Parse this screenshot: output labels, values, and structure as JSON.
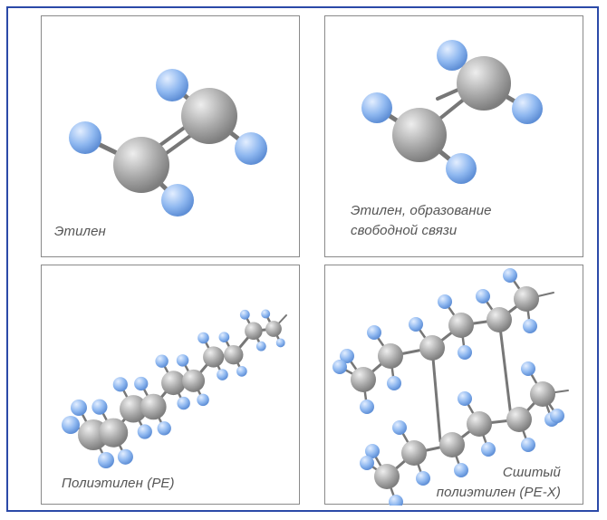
{
  "colors": {
    "frame": "#2b4aa8",
    "panel_border": "#8a8a8a",
    "carbon": "#a9a9a9",
    "hydrogen": "#8fb8f0",
    "bond": "#777777",
    "caption": "#555555"
  },
  "atoms": {
    "carbon_name": "carbon-atom",
    "hydrogen_name": "hydrogen-atom"
  },
  "panels": [
    {
      "caption_lines": [
        "Этилен"
      ]
    },
    {
      "caption_lines": [
        "Этилен, образование",
        "свободной связи"
      ]
    },
    {
      "caption_lines": [
        "Полиэтилен (PE)"
      ]
    },
    {
      "caption_lines": [
        "Сшитый",
        "полиэтилен (PE-X)"
      ]
    }
  ]
}
